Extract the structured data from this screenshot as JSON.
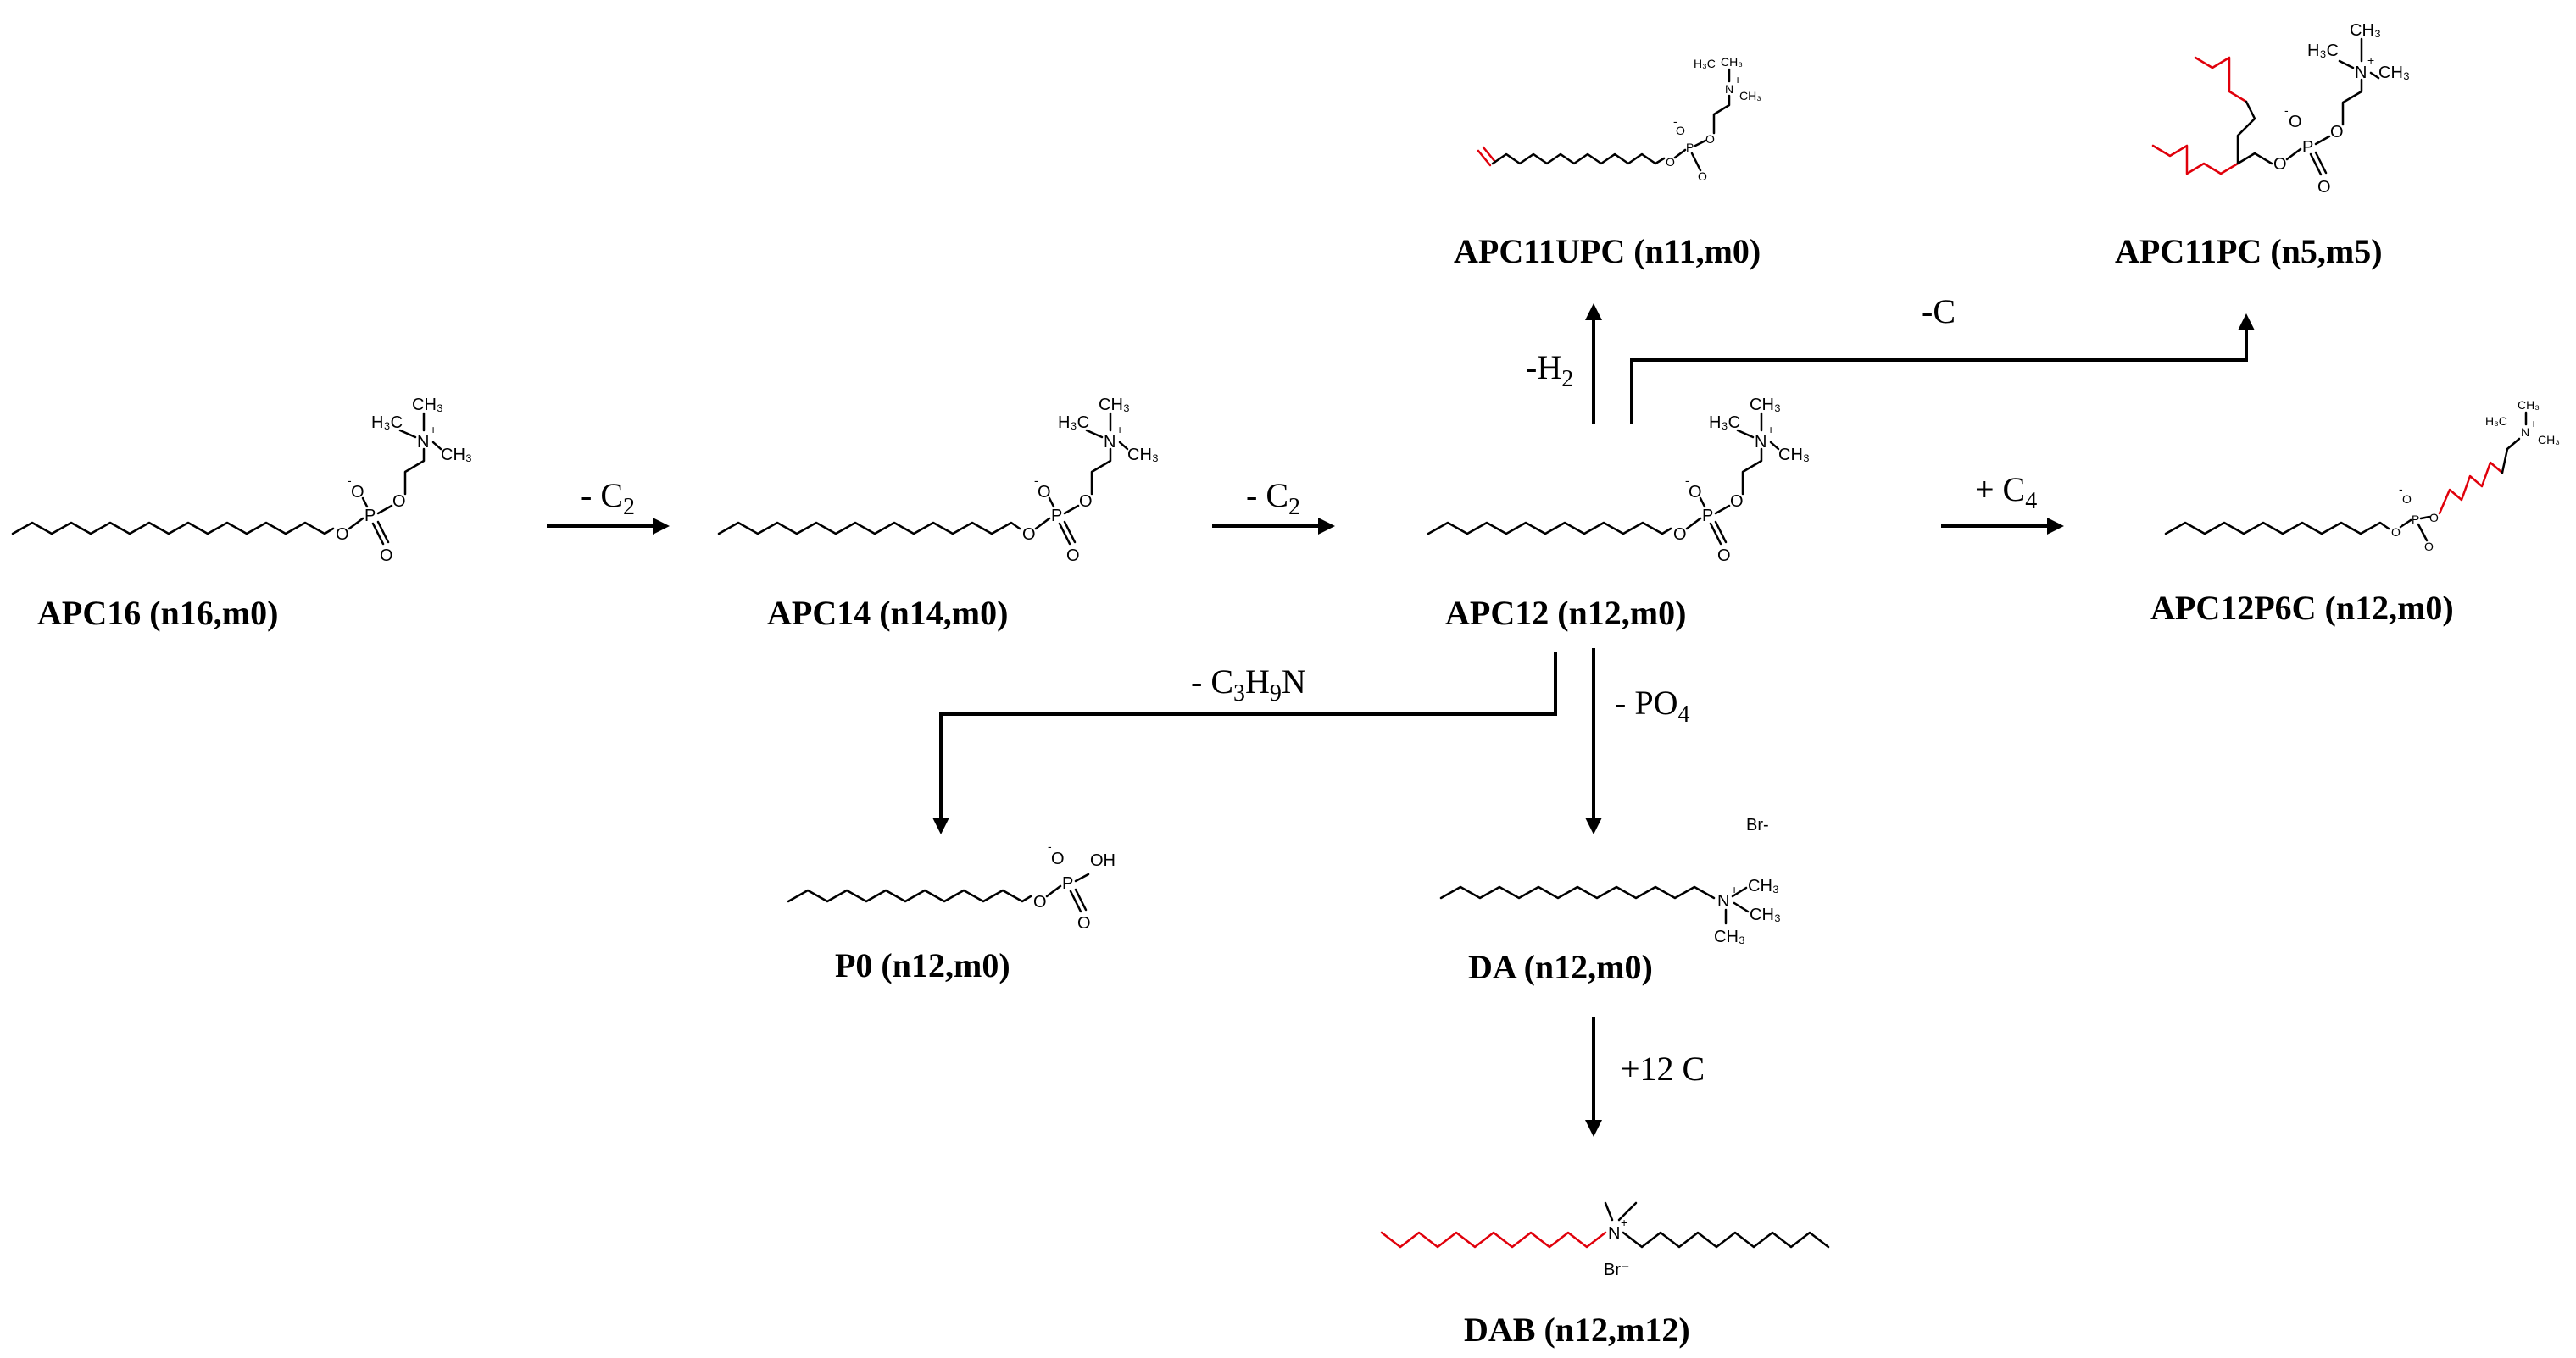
{
  "compounds": {
    "apc16": {
      "name": "APC16 (n16,m0)",
      "atoms": {
        "o1": "O",
        "o2": "O",
        "o3": "O",
        "o4": "O",
        "p": "P",
        "n": "N",
        "h3c": "H₃C",
        "ch3a": "CH₃",
        "ch3b": "CH₃",
        "minus": "-",
        "plus": "+"
      }
    },
    "apc14": {
      "name": "APC14 (n14,m0)",
      "atoms": {
        "o1": "O",
        "o2": "O",
        "o3": "O",
        "o4": "O",
        "p": "P",
        "n": "N",
        "h3c": "H₃C",
        "ch3a": "CH₃",
        "ch3b": "CH₃",
        "minus": "-",
        "plus": "+"
      }
    },
    "apc12": {
      "name": "APC12 (n12,m0)",
      "atoms": {
        "o1": "O",
        "o2": "O",
        "o3": "O",
        "o4": "O",
        "p": "P",
        "n": "N",
        "h3c": "H₃C",
        "ch3a": "CH₃",
        "ch3b": "CH₃",
        "minus": "-",
        "plus": "+"
      }
    },
    "apc11upc": {
      "name": "APC11UPC (n11,m0)",
      "atoms": {
        "o1": "O",
        "o2": "O",
        "o3": "O",
        "o4": "O",
        "p": "P",
        "n": "N",
        "h3c": "H₃C",
        "ch3a": "CH₃",
        "ch3b": "CH₃",
        "minus": "-",
        "plus": "+"
      }
    },
    "apc11pc": {
      "name": "APC11PC  (n5,m5)",
      "atoms": {
        "o1": "O",
        "o2": "O",
        "o3": "O",
        "o4": "O",
        "p": "P",
        "n": "N",
        "h3c": "H₃C",
        "ch3a": "CH₃",
        "ch3b": "CH₃",
        "minus": "-",
        "plus": "+"
      }
    },
    "apc12p6c": {
      "name": "APC12P6C (n12,m0)",
      "atoms": {
        "o1": "O",
        "o2": "O",
        "o3": "O",
        "o4": "O",
        "p": "P",
        "n": "N",
        "h3c": "H₃C",
        "ch3a": "CH₃",
        "ch3b": "CH₃",
        "minus": "-",
        "plus": "+"
      }
    },
    "p0": {
      "name": "P0 (n12,m0)",
      "atoms": {
        "o1": "O",
        "o2": "O",
        "o3": "O",
        "p": "P",
        "oh": "OH",
        "minus": "-"
      }
    },
    "da": {
      "name": "DA (n12,m0)",
      "atoms": {
        "br": "Br-",
        "n": "N",
        "ch3a": "CH₃",
        "ch3b": "CH₃",
        "ch3c": "CH₃",
        "plus": "+"
      }
    },
    "dab": {
      "name": "DAB (n12,m12)",
      "atoms": {
        "n": "N",
        "plus": "+",
        "br": "Br⁻"
      }
    }
  },
  "arrows": {
    "a16_14": {
      "label": "- C",
      "sub": "2"
    },
    "a14_12": {
      "label": "- C",
      "sub": "2"
    },
    "a12_upc": {
      "label": "-H",
      "sub": "2"
    },
    "a12_pc": {
      "label": "-C"
    },
    "a12_p6c": {
      "label": "+ C",
      "sub": "4"
    },
    "a12_p0": {
      "label": "- C",
      "sub": "3",
      "label2": "H",
      "sub2": "9",
      "label3": "N"
    },
    "a12_da": {
      "label": "- PO",
      "sub": "4"
    },
    "ada_dab": {
      "label": "+12 C"
    }
  },
  "colors": {
    "bond": "#000000",
    "modified_chain": "#e0000b"
  }
}
